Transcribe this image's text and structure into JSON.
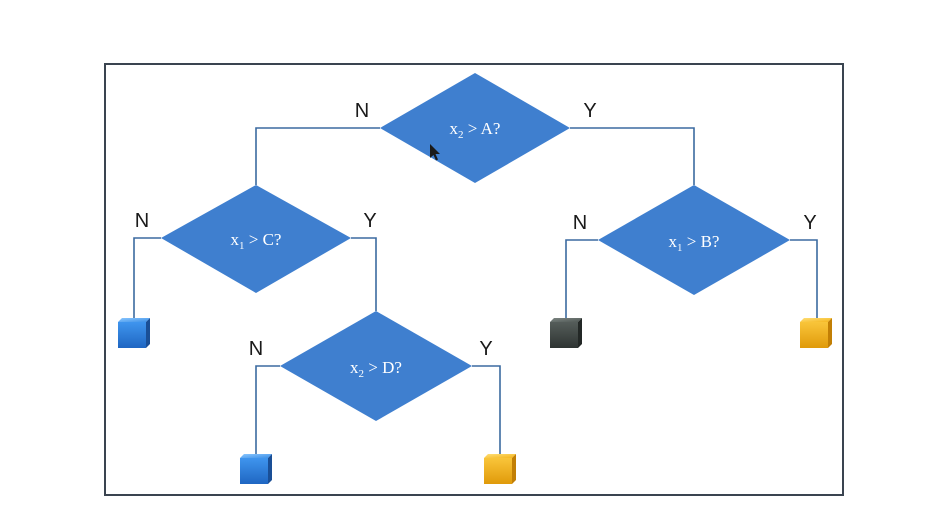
{
  "nodes": [
    {
      "id": "a",
      "var": "x",
      "sub": "2",
      "cond": " > A?",
      "no": "N",
      "yes": "Y"
    },
    {
      "id": "c",
      "var": "x",
      "sub": "1",
      "cond": " > C?",
      "no": "N",
      "yes": "Y"
    },
    {
      "id": "b",
      "var": "x",
      "sub": "1",
      "cond": " > B?",
      "no": "N",
      "yes": "Y"
    },
    {
      "id": "d",
      "var": "x",
      "sub": "2",
      "cond": " > D?",
      "no": "N",
      "yes": "Y"
    }
  ],
  "leaves": [
    {
      "id": "leaf-1",
      "color": "#3a8ee6"
    },
    {
      "id": "leaf-2",
      "color": "#3a8ee6"
    },
    {
      "id": "leaf-3",
      "color": "#f4b41a"
    },
    {
      "id": "leaf-4",
      "color": "#4f5754"
    },
    {
      "id": "leaf-5",
      "color": "#f4b41a"
    }
  ],
  "colors": {
    "diamond": "#3f7fcf",
    "edge": "#3b6aa0",
    "frame": "#3a4450"
  }
}
